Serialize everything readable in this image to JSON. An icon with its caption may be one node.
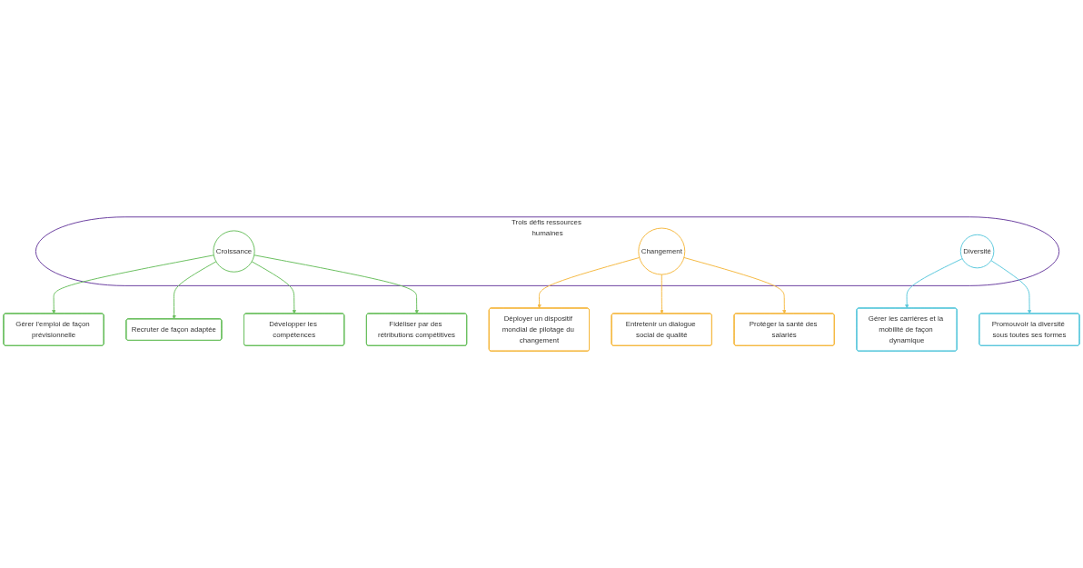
{
  "diagram": {
    "nodes": [
      {
        "text": [
          "Recruter de façon adaptée"
        ]
      },
      {
        "text": [
          "Développer les compétences"
        ]
      },
      {
        "text": [
          "Gérer l’emploi de façon prévisionnelle"
        ]
      },
      {
        "text": [
          "Fidéliser par des rétributions compétitives"
        ]
      },
      {
        "text": [
          "Trois défis ressources humaines"
        ]
      },
      {
        "text": [
          "Croissance"
        ],
        "in": 4
      },
      {
        "text": [
          "Changement"
        ],
        "in": 4
      },
      {
        "text": [
          "Diversité"
        ],
        "in": 4
      },
      {
        "text": [
          "Déployer un dispositif mondial de pilotage du changement"
        ]
      },
      {
        "text": [
          "Entretenir un dialogue social de qualité"
        ]
      },
      {
        "text": [
          "Gérer les carrières et la mobilité de façon dynamique"
        ]
      },
      {
        "text": [
          "Protéger la santé des salariés"
        ]
      },
      {
        "text": [
          "Promouvoir la diversité sous toutes ses formes"
        ]
      }
    ],
    "edges": [
      {
        "from": 5,
        "to": 2,
        "arrow": "to",
        "color": "#6abf5e"
      },
      {
        "from": 5,
        "to": 0,
        "arrow": "to",
        "color": "#6abf5e"
      },
      {
        "from": 5,
        "to": 1,
        "arrow": "to",
        "color": "#6abf5e"
      },
      {
        "from": 5,
        "to": 3,
        "arrow": "to",
        "color": "#6abf5e"
      },
      {
        "from": 6,
        "to": 8,
        "arrow": "to",
        "color": "#f5b942"
      },
      {
        "from": 6,
        "to": 9,
        "arrow": "to",
        "color": "#f5b942"
      },
      {
        "from": 6,
        "to": 11,
        "arrow": "to",
        "color": "#f5b942"
      },
      {
        "from": 7,
        "to": 10,
        "arrow": "to",
        "color": "#5bc8dc"
      },
      {
        "from": 7,
        "to": 12,
        "arrow": "to",
        "color": "#5bc8dc"
      }
    ]
  }
}
